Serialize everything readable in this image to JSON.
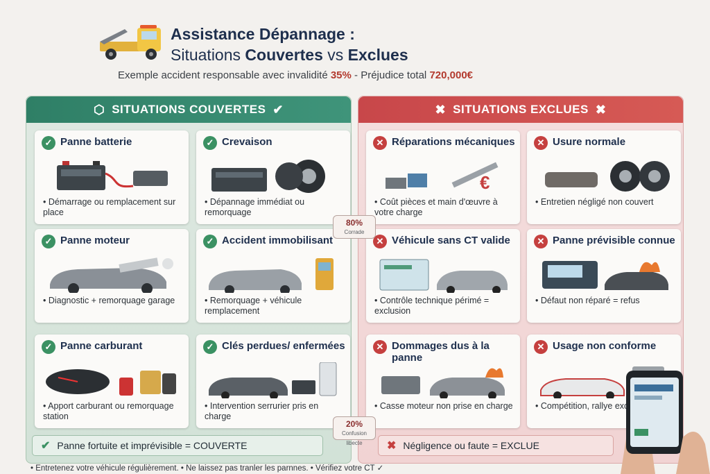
{
  "header": {
    "title_line1": "Assistance Dépannage :",
    "title_line2_a": "Situations ",
    "title_line2_b": "Couvertes",
    "title_line2_c": " vs ",
    "title_line2_d": "Exclues",
    "subtitle_a": "Exemple accident responsable avec invalidité ",
    "subtitle_pct": "35%",
    "subtitle_b": " - Préjudice total ",
    "subtitle_amount": "720,000€"
  },
  "covered": {
    "heading": "SITUATIONS COUVERTES",
    "cards": [
      {
        "title": "Panne batterie",
        "desc": "• Démarrage ou remplacement sur place"
      },
      {
        "title": "Crevaison",
        "desc": "• Dépannage immédiat ou remorquage"
      },
      {
        "title": "Panne moteur",
        "desc": "• Diagnostic + remorquage garage"
      },
      {
        "title": "Accident immobilisant",
        "desc": "• Remorquage + véhicule remplacement"
      },
      {
        "title": "Panne carburant",
        "desc": "• Apport carburant ou remorquage station"
      },
      {
        "title": "Clés perdues/ enfermées",
        "desc": "• Intervention serrurier pris en charge"
      }
    ],
    "summary": "Panne fortuite et imprévisible = COUVERTE"
  },
  "excluded": {
    "heading": "SITUATIONS EXCLUES",
    "cards": [
      {
        "title": "Réparations mécaniques",
        "desc": "• Coût pièces et main d'œuvre à votre charge"
      },
      {
        "title": "Usure normale",
        "desc": "• Entretien négligé non couvert"
      },
      {
        "title": "Véhicule sans CT valide",
        "desc": "• Contrôle technique périmé = exclusion"
      },
      {
        "title": "Panne prévisible connue",
        "desc": "• Défaut non réparé = refus"
      },
      {
        "title": "Dommages dus à la panne",
        "desc": "• Casse moteur non prise en charge"
      },
      {
        "title": "Usage non conforme",
        "desc": "• Compétition, rallye exclus"
      }
    ],
    "summary": "Négligence ou faute = EXCLUE"
  },
  "ratios": [
    {
      "value": "80%",
      "label": "Corrade"
    },
    {
      "value": "20%",
      "label": "Confusion libecte"
    }
  ],
  "footer": "• Entretenez votre véhicule régulièrement.  • Ne laissez pas tranler les parnnes.  • Vérifiez votre CT ✓",
  "colors": {
    "covered": "#3b9163",
    "excluded": "#c5403f"
  }
}
